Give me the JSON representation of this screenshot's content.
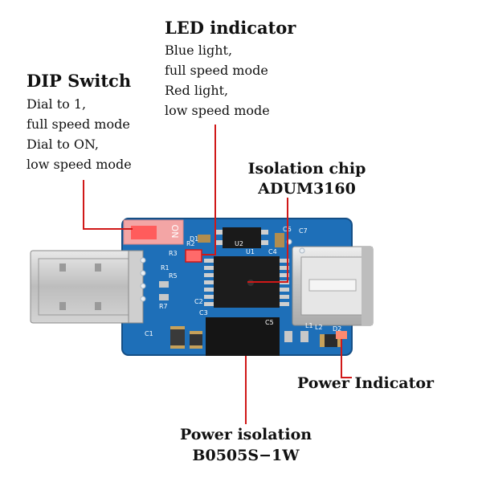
{
  "led": {
    "title": "LED indicator",
    "lines": [
      "Blue light,",
      "full speed mode",
      "Red light,",
      "low speed mode"
    ]
  },
  "dip": {
    "title": "DIP Switch",
    "lines": [
      "Dial to 1,",
      "full speed mode",
      "Dial to ON,",
      "low speed mode"
    ]
  },
  "chip": {
    "line1": "Isolation chip",
    "line2": "ADUM3160"
  },
  "power_indicator": {
    "title": "Power Indicator"
  },
  "power_isolation": {
    "line1": "Power isolation",
    "line2": "B0505S−1W"
  },
  "board": {
    "switch_text": "ON",
    "silk_labels": [
      "R2",
      "R3",
      "R1",
      "R5",
      "R7",
      "C1",
      "C2",
      "C3",
      "C4",
      "C5",
      "C6",
      "C7",
      "L1",
      "L2",
      "D1",
      "D2",
      "U1",
      "U2"
    ]
  },
  "colors": {
    "pcb": "#1e6fb8",
    "pointer": "#d01818"
  }
}
